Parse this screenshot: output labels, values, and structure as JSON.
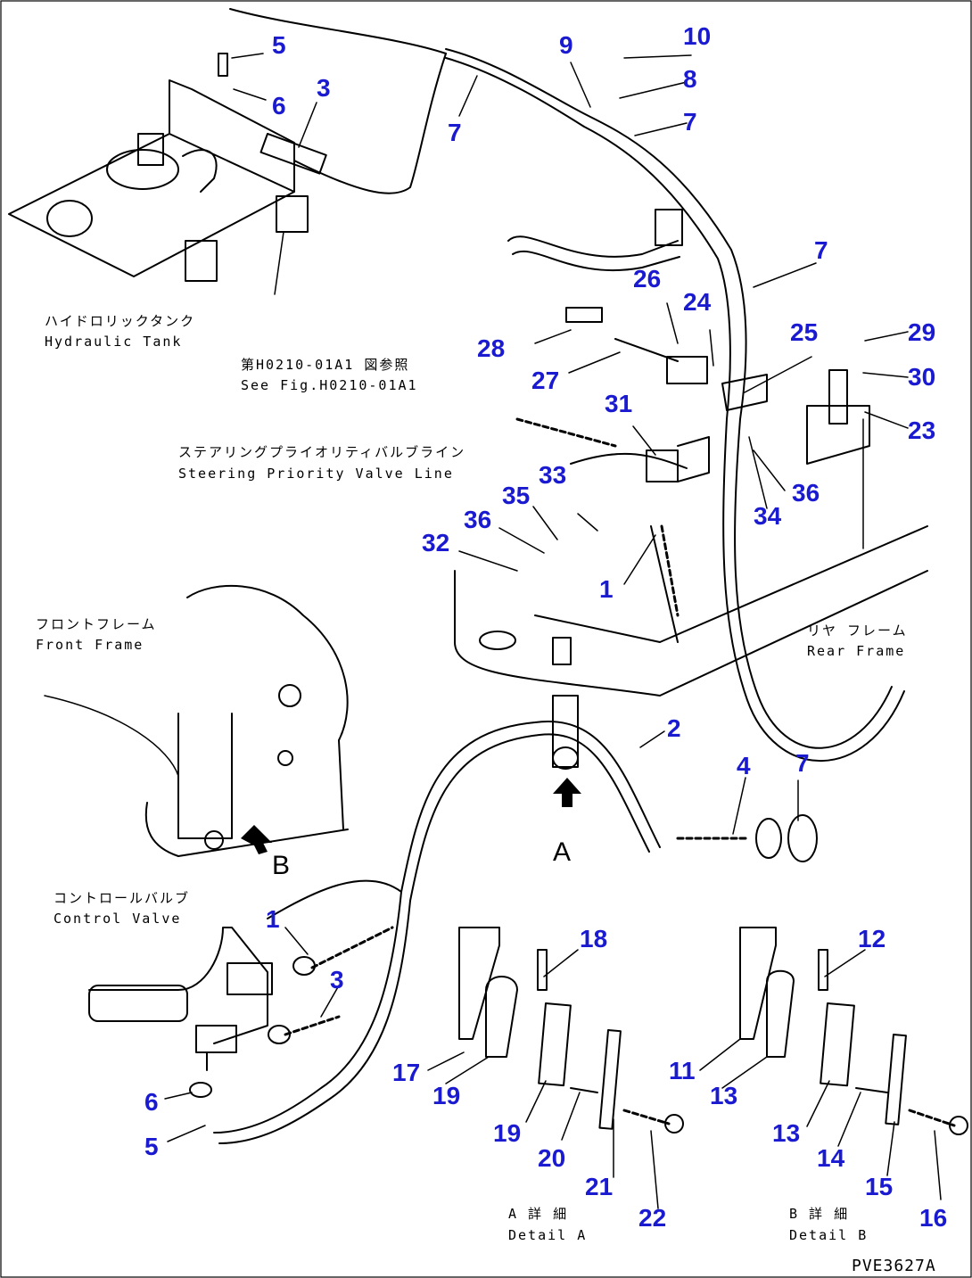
{
  "drawing_id": "PVE3627A",
  "view_markers": {
    "a": "A",
    "b": "B"
  },
  "labels": {
    "hydraulic_tank_jp": "ハイドロリックタンク",
    "hydraulic_tank_en": "Hydraulic Tank",
    "see_fig_jp": "第H0210-01A1 図参照",
    "see_fig_en": "See Fig.H0210-01A1",
    "steering_jp": "ステアリングプライオリティバルブライン",
    "steering_en": "Steering Priority Valve Line",
    "front_frame_jp": "フロントフレーム",
    "front_frame_en": "Front Frame",
    "rear_frame_jp": "リヤ フレーム",
    "rear_frame_en": "Rear Frame",
    "control_valve_jp": "コントロールバルブ",
    "control_valve_en": "Control Valve",
    "detail_a_jp": "A 詳 細",
    "detail_a_en": "Detail A",
    "detail_b_jp": "B 詳 細",
    "detail_b_en": "Detail B"
  },
  "callouts": [
    "5",
    "3",
    "6",
    "7",
    "9",
    "10",
    "8",
    "7",
    "7",
    "26",
    "24",
    "25",
    "29",
    "28",
    "27",
    "30",
    "23",
    "31",
    "33",
    "35",
    "36",
    "34",
    "36",
    "32",
    "1",
    "2",
    "4",
    "7",
    "1",
    "3",
    "18",
    "12",
    "17",
    "19",
    "19",
    "20",
    "21",
    "22",
    "11",
    "13",
    "13",
    "14",
    "15",
    "16",
    "6",
    "5"
  ]
}
